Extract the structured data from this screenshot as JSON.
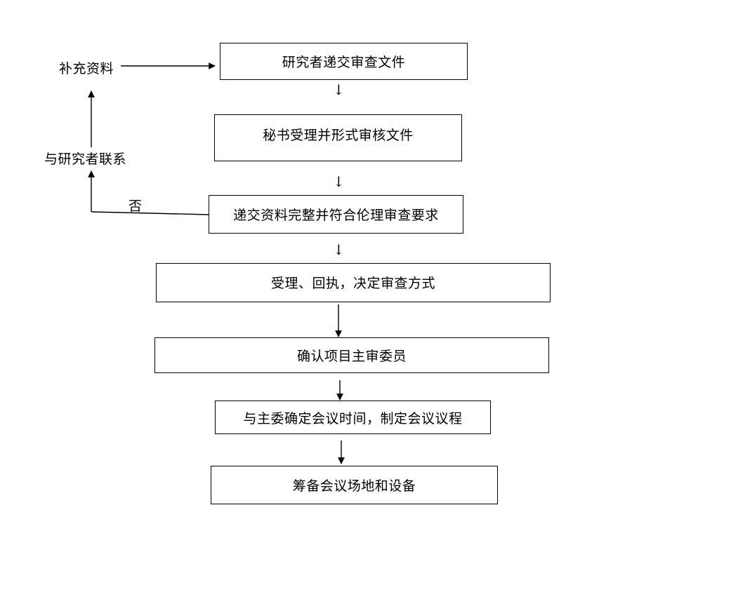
{
  "flow": {
    "steps": [
      "研究者递交审查文件",
      "秘书受理并形式审核文件",
      "递交资料完整并符合伦理审查要求",
      "受理、回执，决定审查方式",
      "确认项目主审委员",
      "与主委确定会议时间，制定会议议程",
      "筹备会议场地和设备"
    ],
    "side": {
      "no_label": "否",
      "contact_label": "与研究者联系",
      "supplement_label": "补充资料"
    },
    "arrow_glyph": "↓"
  }
}
